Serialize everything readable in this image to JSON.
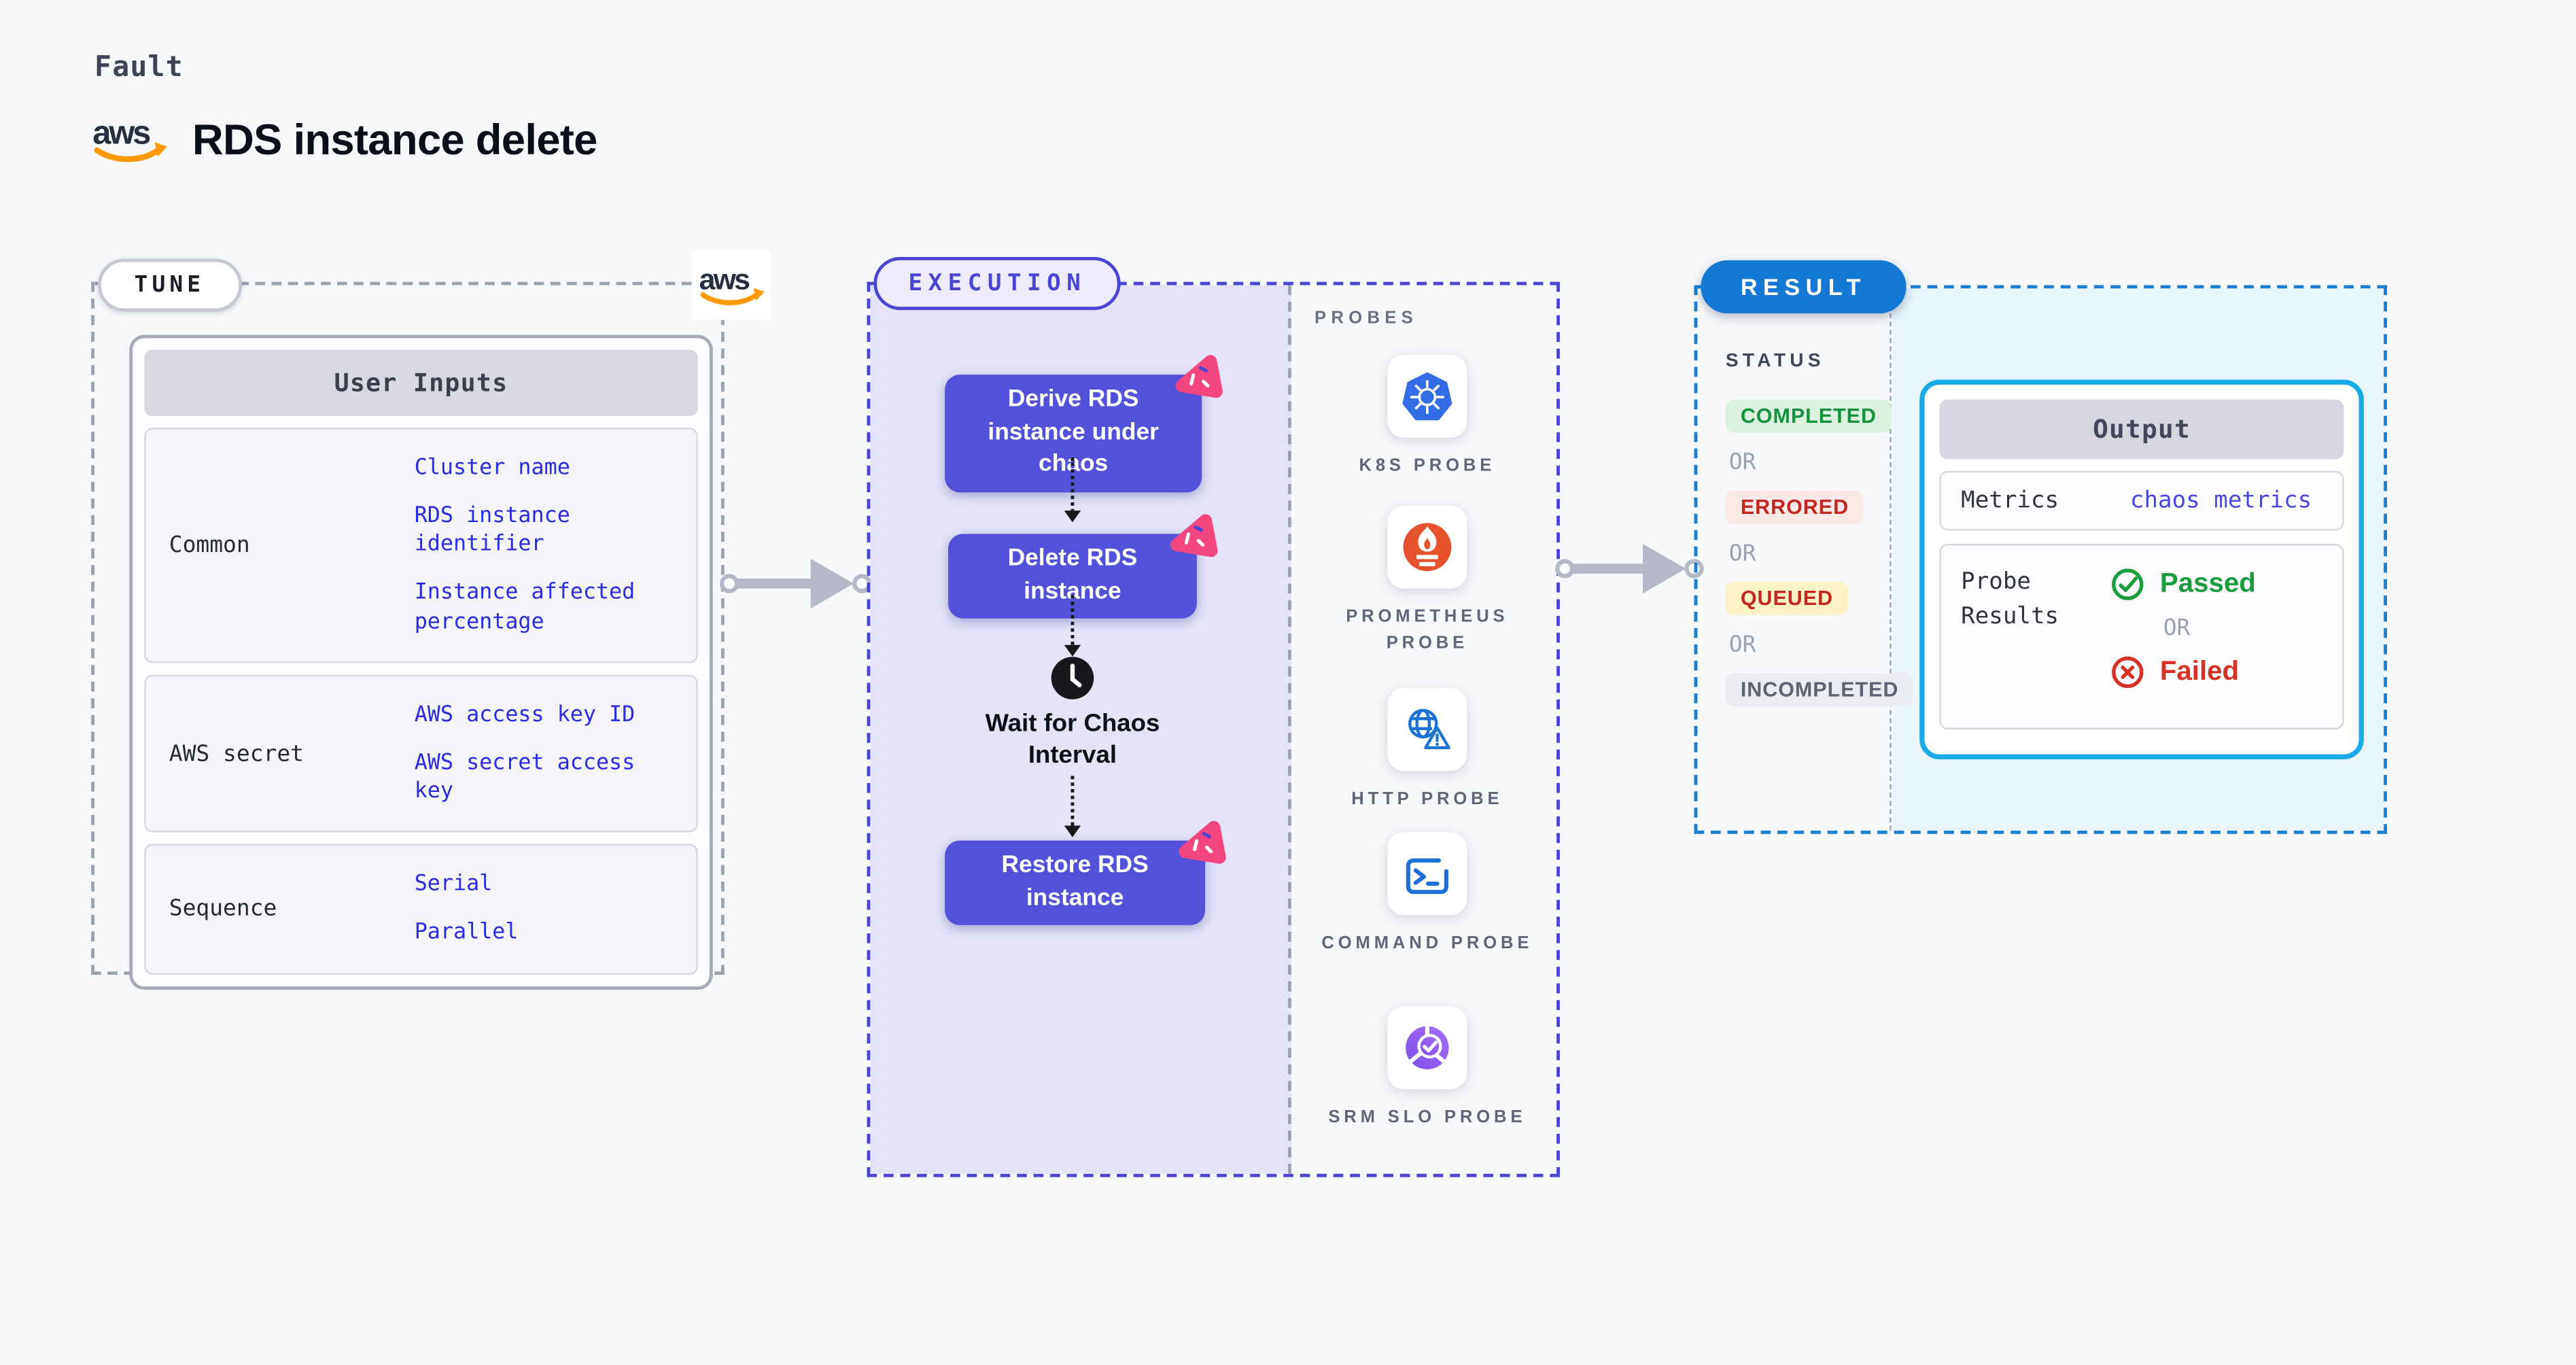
{
  "header": {
    "eyebrow": "Fault",
    "title": "RDS instance delete",
    "aws_logo_text": "aws"
  },
  "tune": {
    "badge": "TUNE",
    "aws_logo_text": "aws",
    "user_inputs": {
      "header": "User Inputs",
      "rows": [
        {
          "label": "Common",
          "values": [
            "Cluster name",
            "RDS instance identifier",
            "Instance affected percentage"
          ]
        },
        {
          "label": "AWS secret",
          "values": [
            "AWS access key ID",
            "AWS secret access key"
          ]
        },
        {
          "label": "Sequence",
          "values": [
            "Serial",
            "Parallel"
          ]
        }
      ]
    }
  },
  "execution": {
    "badge": "EXECUTION",
    "steps": {
      "derive": "Derive RDS instance under chaos",
      "delete": "Delete RDS instance",
      "wait": "Wait for Chaos Interval",
      "restore": "Restore RDS instance"
    },
    "probes": {
      "heading": "PROBES",
      "items": [
        {
          "label": "K8S PROBE",
          "icon": "kubernetes-icon"
        },
        {
          "label": "PROMETHEUS PROBE",
          "icon": "prometheus-icon"
        },
        {
          "label": "HTTP PROBE",
          "icon": "http-globe-warning-icon"
        },
        {
          "label": "COMMAND PROBE",
          "icon": "terminal-icon"
        },
        {
          "label": "SRM SLO PROBE",
          "icon": "slo-pie-check-icon"
        }
      ]
    }
  },
  "result": {
    "badge": "RESULT",
    "status": {
      "heading": "STATUS",
      "separator": "OR",
      "badges": [
        {
          "label": "COMPLETED",
          "kind": "completed"
        },
        {
          "label": "ERRORED",
          "kind": "errored"
        },
        {
          "label": "QUEUED",
          "kind": "queued"
        },
        {
          "label": "INCOMPLETED",
          "kind": "incompleted"
        }
      ]
    },
    "output": {
      "header": "Output",
      "metrics_label": "Metrics",
      "metrics_value": "chaos metrics",
      "probe_results_label": "Probe Results",
      "separator": "OR",
      "passed_label": "Passed",
      "failed_label": "Failed"
    }
  },
  "colors": {
    "page_bg": "#f7f8fa",
    "aws_navy": "#252f3e",
    "aws_orange": "#ff9900",
    "link_blue": "#2b2be0",
    "execution_accent": "#4b46d2",
    "step_button": "#5351d9",
    "chaos_pink": "#f4467f",
    "result_accent": "#1478d4",
    "output_border": "#19abe8",
    "passed_green": "#1b9c3d",
    "failed_red": "#d63125",
    "kubernetes_blue": "#326de6",
    "prometheus_orange": "#e6522c",
    "srm_purple": "#7d4ee8"
  }
}
